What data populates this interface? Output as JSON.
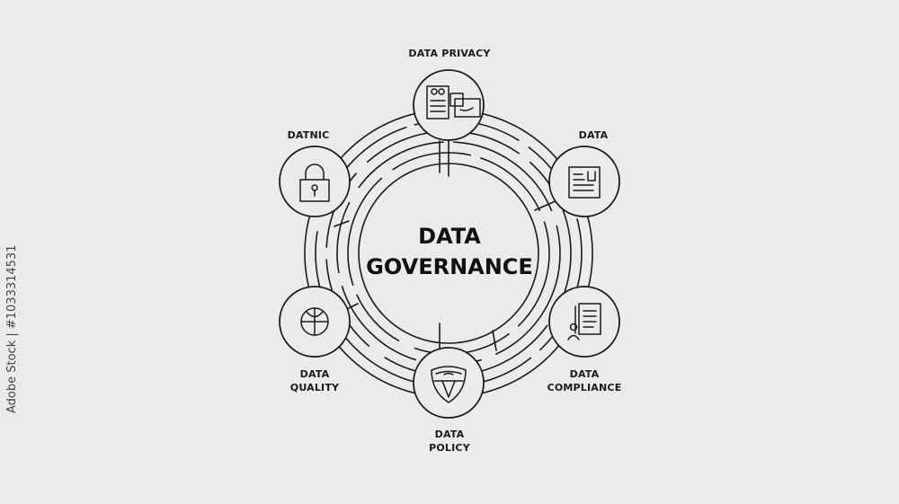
{
  "center": {
    "line1": "DATA",
    "line2": "GOVERNANCE"
  },
  "nodes": {
    "privacy": {
      "label1": "DATA PRIVACY",
      "label2": "",
      "icon": "documents-icon"
    },
    "data": {
      "label1": "DATA",
      "label2": "",
      "icon": "document-icon"
    },
    "compliance": {
      "label1": "DATA",
      "label2": "COMPLIANCE",
      "icon": "compliance-document-icon"
    },
    "policy": {
      "label1": "DATA",
      "label2": "POLICY",
      "icon": "shield-icon"
    },
    "quality": {
      "label1": "DATA",
      "label2": "QUALITY",
      "icon": "target-icon"
    },
    "datnic": {
      "label1": "DATNIC",
      "label2": "",
      "icon": "padlock-icon"
    }
  },
  "watermark": {
    "side_text": "Adobe Stock | #1033314531"
  },
  "colors": {
    "background": "#ebebeb",
    "line": "#1a1a1a"
  }
}
